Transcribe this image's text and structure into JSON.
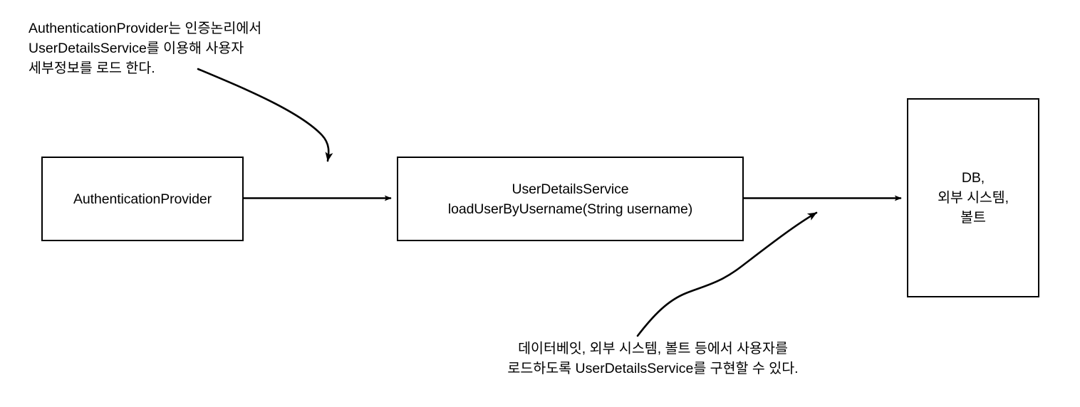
{
  "diagram": {
    "title": "UserDetailsService flow",
    "background_color": "#ffffff",
    "stroke_color": "#000000",
    "text_color": "#000000"
  },
  "nodes": {
    "auth_provider": {
      "lines": [
        "AuthenticationProvider"
      ],
      "line1": "AuthenticationProvider"
    },
    "user_details_service": {
      "lines": [
        "UserDetailsService",
        "loadUserByUsername(String username)"
      ],
      "line1": "UserDetailsService",
      "line2": "loadUserByUsername(String username)"
    },
    "datastore": {
      "lines": [
        "DB,",
        "외부 시스템,",
        "볼트"
      ],
      "line1": "DB,",
      "line2": "외부 시스템,",
      "line3": "볼트"
    }
  },
  "annotations": {
    "top": {
      "lines": [
        "AuthenticationProvider는 인증논리에서",
        "UserDetailsService를 이용해 사용자",
        "세부정보를 로드 한다."
      ],
      "line1": "AuthenticationProvider는 인증논리에서",
      "line2": "UserDetailsService를 이용해 사용자",
      "line3": "세부정보를 로드 한다."
    },
    "bottom": {
      "lines": [
        "데이터베잇, 외부 시스템, 볼트 등에서 사용자를",
        "로드하도록 UserDetailsService를 구현할 수 있다."
      ],
      "line1": "데이터베잇, 외부 시스템, 볼트 등에서 사용자를",
      "line2": "로드하도록 UserDetailsService를 구현할 수 있다."
    }
  },
  "connectors": {
    "auth_to_uds": {
      "type": "straight-arrow",
      "from": "auth_provider",
      "to": "user_details_service"
    },
    "uds_to_datastore": {
      "type": "straight-arrow",
      "from": "user_details_service",
      "to": "datastore"
    },
    "top_note_to_uds": {
      "type": "curved-arrow",
      "from": "annotation-top",
      "to": "user_details_service"
    },
    "bottom_note_to_datastore": {
      "type": "curved-arrow",
      "from": "annotation-bottom",
      "to": "datastore"
    }
  }
}
